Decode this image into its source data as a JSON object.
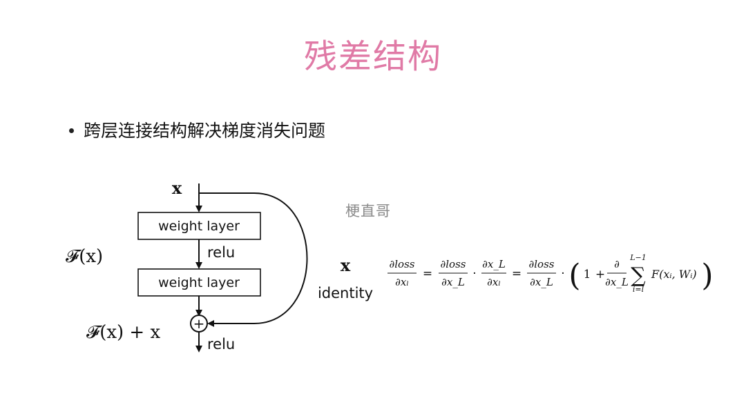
{
  "slide": {
    "title": "残差结构",
    "title_color": "#e07aa6",
    "bullet": "跨层连接结构解决梯度消失问题",
    "watermark": "梗直哥",
    "watermark_color": "#8a8a8a"
  },
  "diagram": {
    "input_label": "x",
    "layer1_label": "weight layer",
    "relu1_label": "relu",
    "layer2_label": "weight layer",
    "residual_label": "𝓕(x)",
    "sum_label": "𝓕(x) + x",
    "relu2_label": "relu",
    "shortcut_var": "x",
    "shortcut_label": "identity",
    "plus_symbol": "+"
  },
  "equation": {
    "lhs_num": "∂loss",
    "lhs_den": "∂xₗ",
    "eq1": "=",
    "f1_num": "∂loss",
    "f1_den": "∂x_L",
    "dot1": "·",
    "f2_num": "∂x_L",
    "f2_den": "∂xₗ",
    "eq2": "=",
    "f3_num": "∂loss",
    "f3_den": "∂x_L",
    "dot2": "·",
    "lparen": "(",
    "one": "1",
    "plus": "+",
    "f4_num": "∂",
    "f4_den": "∂x_L",
    "sum_upper": "L−1",
    "sigma": "∑",
    "sum_lower": "i=l",
    "term": "F(xᵢ, Wᵢ)",
    "rparen": ")"
  }
}
